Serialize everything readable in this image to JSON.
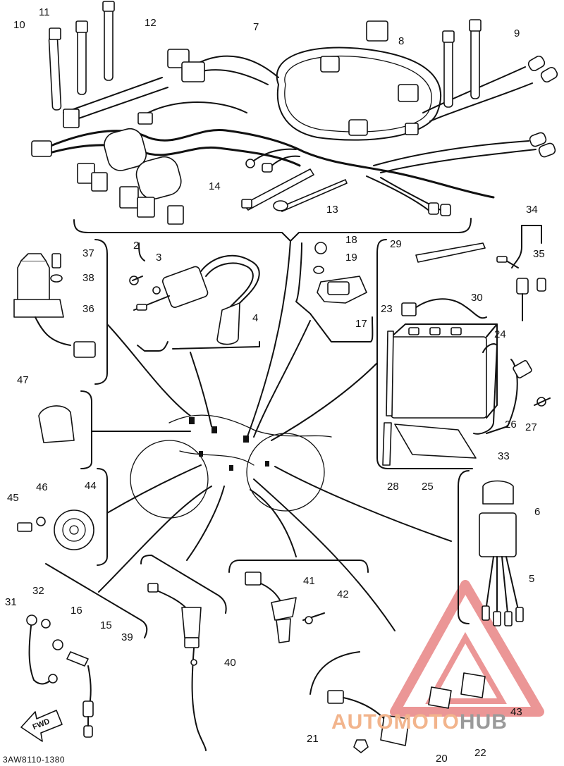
{
  "diagram_code": "3AW8110-1380",
  "fwd_label": "FWD",
  "watermark": {
    "part1": "AUTOMOTO",
    "part2": "HUB",
    "color1": "#f2b48c",
    "color2": "#9a9a9a",
    "logo_color": "#e57373"
  },
  "callouts": {
    "n1": "2",
    "n2": "3",
    "n3": "4",
    "n4": "5",
    "n5": "6",
    "n6": "7",
    "n7": "8",
    "n8": "9",
    "n9": "10",
    "n10": "11",
    "n11": "12",
    "n12": "13",
    "n13": "14",
    "n14": "15",
    "n15": "16",
    "n16": "17",
    "n17": "18",
    "n18": "19",
    "n19": "20",
    "n20": "21",
    "n21": "22",
    "n22": "23",
    "n23": "24",
    "n24": "25",
    "n25": "26",
    "n26": "27",
    "n27": "28",
    "n28": "29",
    "n29": "30",
    "n30": "31",
    "n31": "32",
    "n32": "33",
    "n33": "34",
    "n34": "35",
    "n35": "36",
    "n36": "37",
    "n37": "38",
    "n38": "39",
    "n39": "40",
    "n40": "41",
    "n41": "42",
    "n42": "43",
    "n43": "44",
    "n44": "45",
    "n45": "46",
    "n46": "47"
  }
}
